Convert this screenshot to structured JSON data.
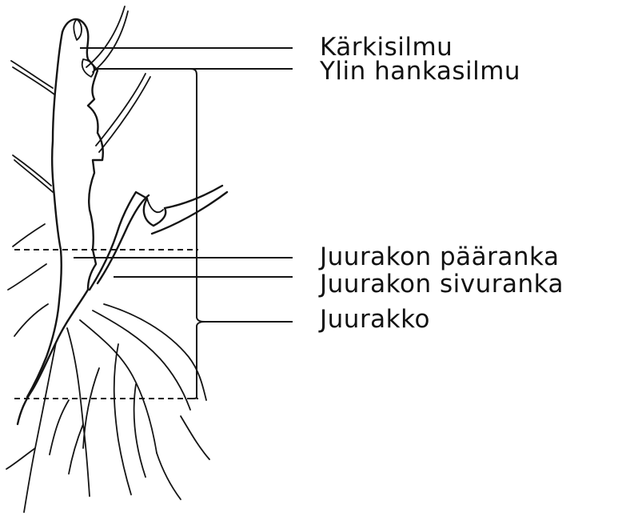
{
  "labels": {
    "tip_bud": "Kärkisilmu",
    "top_axillary_bud": "Ylin hankasilmu",
    "rhizome_main_branch": "Juurakon pääranka",
    "rhizome_side_branch": "Juurakon sivuranka",
    "rhizome": "Juurakko"
  }
}
